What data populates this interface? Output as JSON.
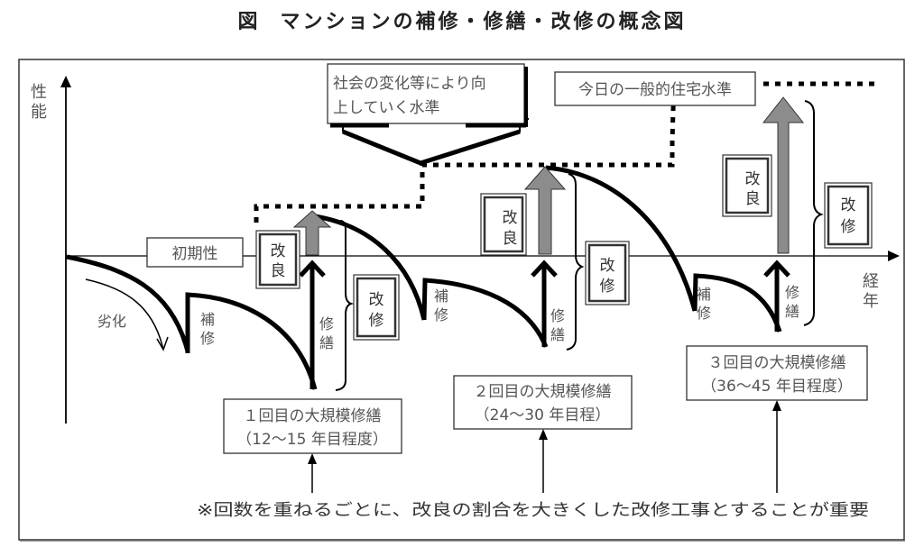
{
  "title": {
    "prefix": "図",
    "text": "マンションの補修・修繕・改修の概念図"
  },
  "axes": {
    "y_label": [
      "性",
      "能"
    ],
    "x_label": [
      "経",
      "年"
    ]
  },
  "labels": {
    "initial": "初期性",
    "deterioration": "劣化",
    "repair": [
      "補",
      "修"
    ],
    "renovation": [
      "修",
      "繕"
    ],
    "improvement": [
      "改",
      "良"
    ],
    "refurbishment": [
      "改",
      "修"
    ]
  },
  "callouts": {
    "society_level": [
      "社会の変化等により向",
      "上していく水準"
    ],
    "general_housing_level": "今日の一般的住宅水準"
  },
  "major_repairs": [
    {
      "line1": "１回目の大規模修繕",
      "line2": "（12～15 年目程度）"
    },
    {
      "line1": "２回目の大規模修繕",
      "line2": "（24～30 年目程）"
    },
    {
      "line1": "３回目の大規模修繕",
      "line2": "（36～45 年目程度）"
    }
  ],
  "footnote": "※回数を重ねるごとに、改良の割合を大きくした改修工事とすることが重要",
  "colors": {
    "line": "#000000",
    "improvement_arrow": "#8c8c8c",
    "text": "#555555"
  }
}
